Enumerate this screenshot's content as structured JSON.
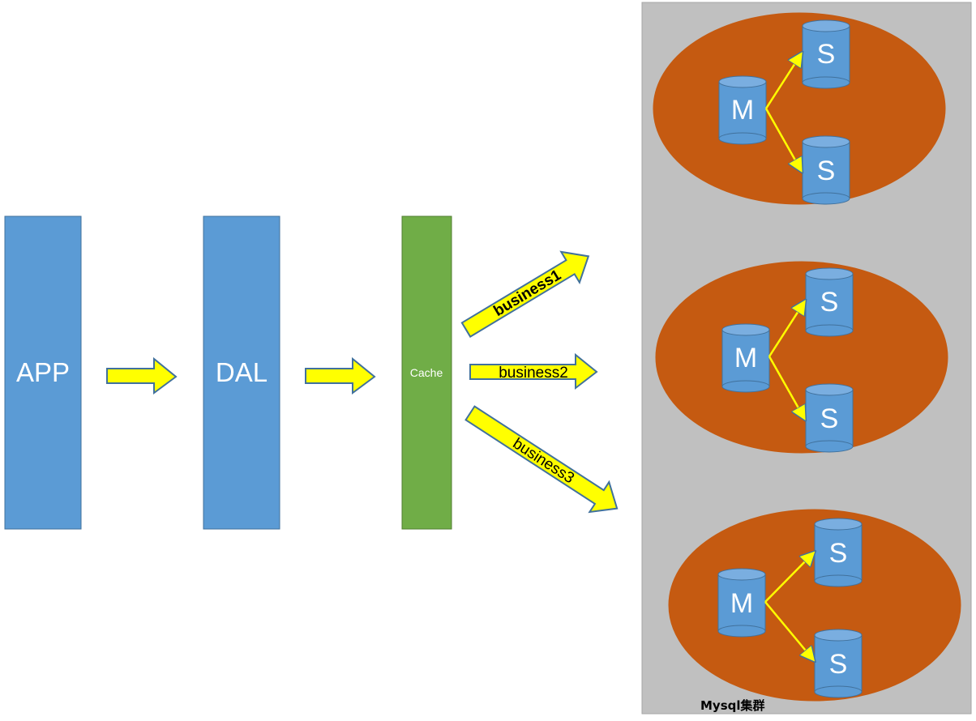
{
  "colors": {
    "blue": "#5b9bd5",
    "green": "#70ad47",
    "arrow_fill": "#ffff00",
    "arrow_stroke": "#41719c",
    "cluster_bg": "#c0c0c0",
    "ellipse": "#c55a11"
  },
  "boxes": {
    "app": "APP",
    "dal": "DAL",
    "cache": "Cache"
  },
  "arrows": {
    "business1": "business1",
    "business2": "business2",
    "business3": "business3"
  },
  "cluster": {
    "label": "Mysql集群",
    "groups": [
      {
        "master": "M",
        "slaves": [
          "S",
          "S"
        ]
      },
      {
        "master": "M",
        "slaves": [
          "S",
          "S"
        ]
      },
      {
        "master": "M",
        "slaves": [
          "S",
          "S"
        ]
      }
    ]
  }
}
